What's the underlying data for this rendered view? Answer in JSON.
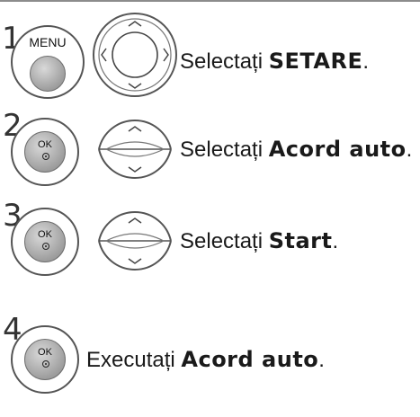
{
  "steps": [
    {
      "number": "1",
      "button": "MENU",
      "icon": "navigation-pad-icon",
      "verb": "Selectați",
      "target": "SETARE",
      "end": "."
    },
    {
      "number": "2",
      "button": "OK",
      "icon": "up-down-rocker-icon",
      "verb": "Selectați",
      "target": "Acord auto",
      "end": "."
    },
    {
      "number": "3",
      "button": "OK",
      "icon": "up-down-rocker-icon",
      "verb": "Selectați ",
      "target": "Start",
      "end": "."
    },
    {
      "number": "4",
      "button": "OK",
      "icon": "ok-button-icon",
      "verb": "Executați",
      "target": "Acord auto",
      "end": "."
    }
  ],
  "colors": {
    "button_fill": "#9e9e9e",
    "outline": "#555555"
  }
}
